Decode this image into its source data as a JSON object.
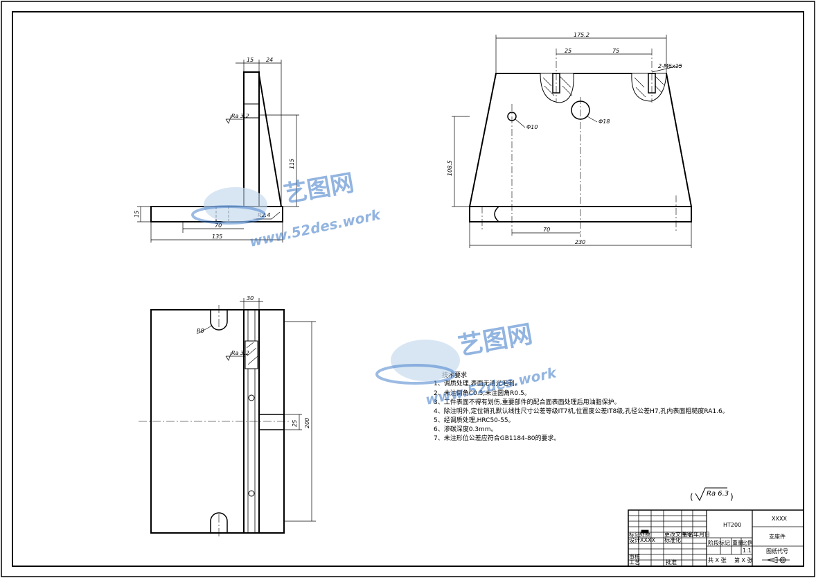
{
  "front_view": {
    "dims": {
      "top_left": "15",
      "top_right": "24",
      "rib_height": "115",
      "base_thickness": "15",
      "inner_length": "70",
      "total_length": "135",
      "fillet": "R2.4",
      "roughness": "Ra 3.2"
    }
  },
  "right_view": {
    "dims": {
      "top_width": "175.2",
      "slot_offset": "25",
      "slot_spacing": "75",
      "thread": "2-M6x15",
      "height": "108.5",
      "small_hole": "Φ10",
      "large_hole": "Φ18",
      "hole_offset": "70",
      "base_width": "230"
    }
  },
  "top_view": {
    "dims": {
      "rib_width": "30",
      "slot_radius": "R8",
      "roughness": "Ra 3.2",
      "tab_width": "25",
      "total_height": "200"
    }
  },
  "requirements": {
    "title": "技术要求",
    "items": [
      "1、调质处理,表面无清光毛刺。",
      "2、未注倒角C0.5,未注圆角R0.5。",
      "3、工件表面不得有划伤,重要部件的配合面表面处理后用油脂保护。",
      "4、除注明外,定位销孔默认线性尺寸公差等级IT7机,位置度公差IT8级,孔径公差H7,孔内表面粗糙度RA1.6。",
      "5、经调质处理,HRC50-55。",
      "6、渗碳深度0.3mm。",
      "7、未注形位公差应符合GB1184-80的要求。"
    ]
  },
  "roughness_note": {
    "value": "Ra 6.3",
    "open": "(",
    "close": ")"
  },
  "title_block": {
    "material": "HT200",
    "org": "XXXX",
    "part_name": "支座件",
    "drawing_no": "图纸代号",
    "designer_label": "设计",
    "designer_value": "XXXX",
    "mark_label": "标记",
    "count_label": "处数",
    "file_label": "更改文件号",
    "sign_label": "签名",
    "date_label": "年月日",
    "std_label": "标准化",
    "review_label": "审核",
    "process_label": "工艺",
    "approve_label": "批准",
    "stage_label": "阶段标记",
    "weight_label": "重量",
    "scale_label": "比例",
    "scale_value": "1:1",
    "sheets_label": "共 X 张",
    "sheet_label": "第 X 张"
  },
  "watermark": {
    "cn": "艺图网",
    "url": "www.52des.work"
  }
}
